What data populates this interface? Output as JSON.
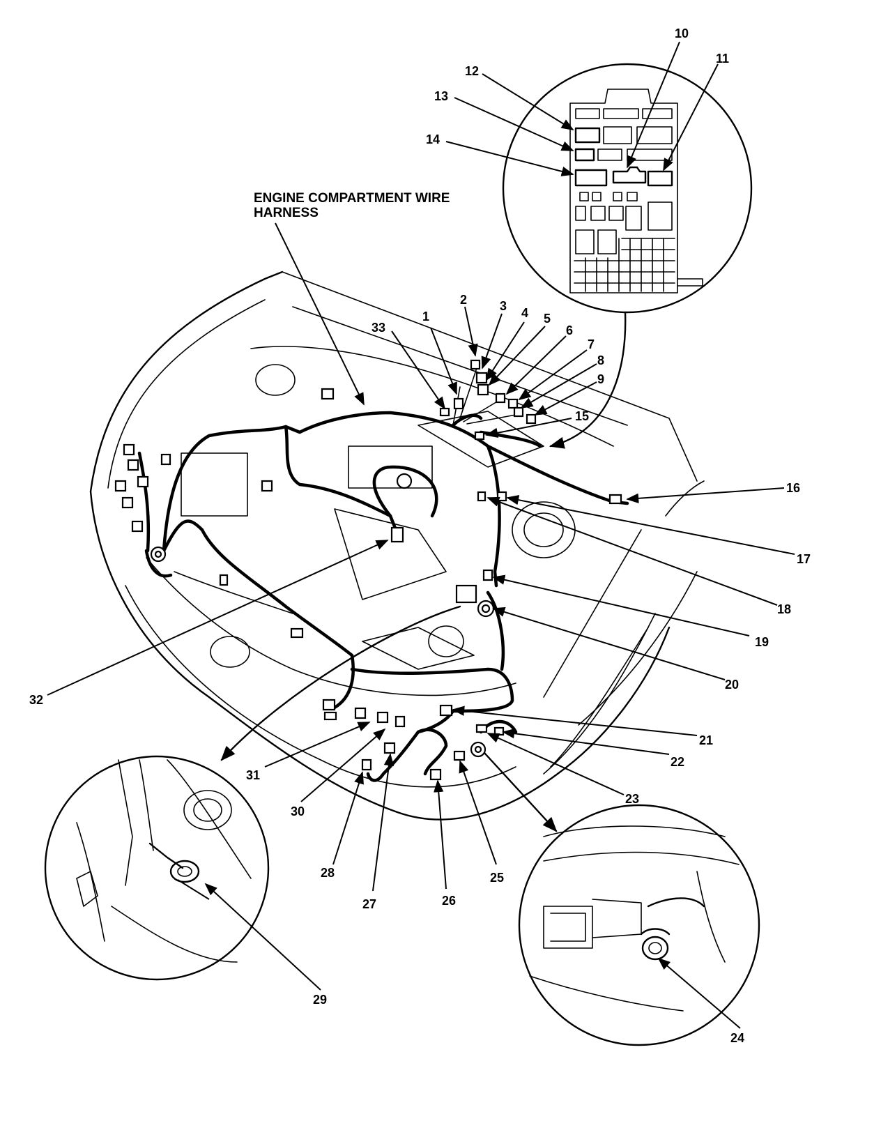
{
  "title_lines": [
    "ENGINE COMPARTMENT WIRE",
    "HARNESS"
  ],
  "callouts": [
    "1",
    "2",
    "3",
    "4",
    "5",
    "6",
    "7",
    "8",
    "9",
    "10",
    "11",
    "12",
    "13",
    "14",
    "15",
    "16",
    "17",
    "18",
    "19",
    "20",
    "21",
    "22",
    "23",
    "24",
    "25",
    "26",
    "27",
    "28",
    "29",
    "30",
    "31",
    "32",
    "33"
  ],
  "colors": {
    "ink": "#000000",
    "background": "#ffffff"
  }
}
